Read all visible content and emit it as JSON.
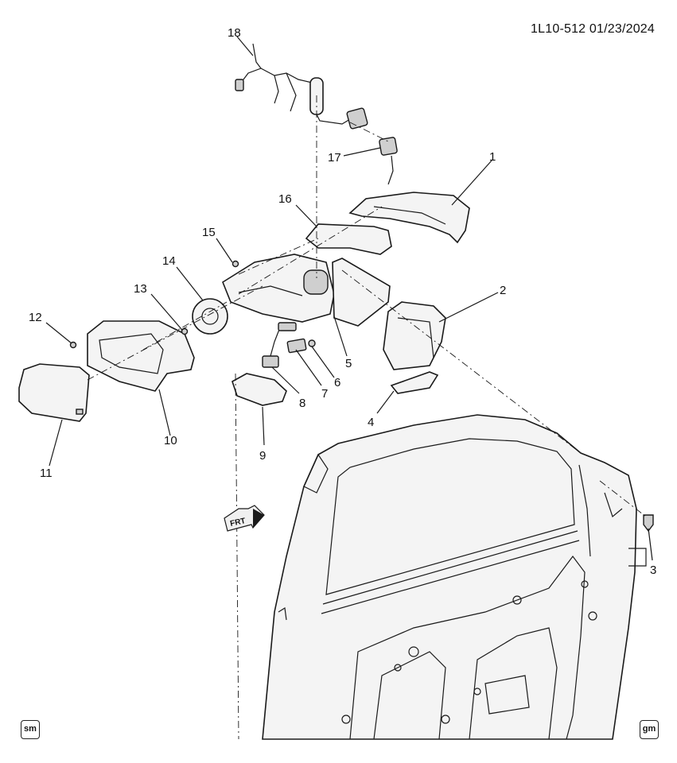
{
  "header": {
    "code": "1L10-512  01/23/2024"
  },
  "callouts": [
    "1",
    "2",
    "3",
    "4",
    "5",
    "6",
    "7",
    "8",
    "9",
    "10",
    "11",
    "12",
    "13",
    "14",
    "15",
    "16",
    "17",
    "18"
  ],
  "frt_label": "FRT",
  "logos": {
    "left": "sm",
    "right": "gm"
  }
}
